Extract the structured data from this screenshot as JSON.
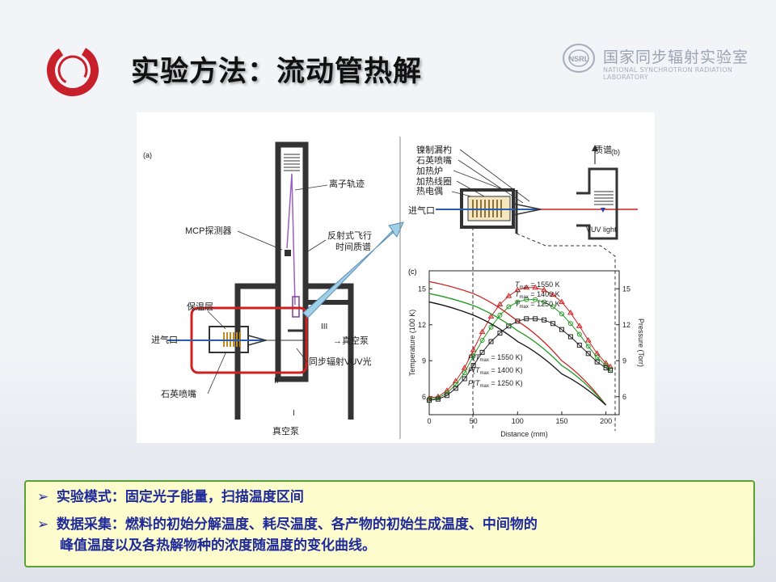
{
  "title": "实验方法：流动管热解",
  "institution": {
    "name_cn": "国家同步辐射实验室",
    "name_en": "NATIONAL SYNCHROTRON RADIATION LABORATORY",
    "logo_text": "NSRL"
  },
  "figure": {
    "panel_a": {
      "label": "(a)",
      "labels": {
        "ion_path": "离子轨迹",
        "mcp": "MCP探测器",
        "reflectron_1": "反射式飞行",
        "reflectron_2": "时间质谱",
        "insulation": "保温层",
        "gas_inlet": "进气口",
        "vacuum_pump_right": "→真空泵",
        "sr_vuv": "同步辐射VUV光",
        "nozzle": "石英喷嘴",
        "vacuum_pump_bottom": "真空泵",
        "chamber_I": "I",
        "chamber_II": "II",
        "chamber_III": "III"
      }
    },
    "panel_b": {
      "label": "(b)",
      "labels": {
        "ni_skimmer": "镍制漏杓",
        "quartz_nozzle": "石英喷嘴",
        "furnace": "加热炉",
        "heating_coil": "加热线圈",
        "thermocouple": "热电偶",
        "gas_inlet": "进气口",
        "mass_spec": "质谱",
        "vuv_light": "VUV light"
      }
    },
    "panel_c": {
      "label": "(c)",
      "x_ticks": [
        "0",
        "50",
        "100",
        "150",
        "200"
      ],
      "y_left_ticks": [
        "6",
        "9",
        "12",
        "15"
      ],
      "y_right_ticks": [
        "6",
        "9",
        "12",
        "15"
      ]
    }
  },
  "chart_data": {
    "type": "line",
    "xlabel": "Distance (mm)",
    "ylabel": "Temperature (100 K)",
    "y2label": "Pressure (Torr)",
    "xlim": [
      0,
      215
    ],
    "ylim": [
      4.5,
      16.5
    ],
    "y2lim": [
      4.5,
      16.5
    ],
    "series": [
      {
        "name": "Tmax = 1550 K",
        "axis": "left",
        "color": "#cc2222",
        "marker": "triangle",
        "x": [
          0,
          10,
          20,
          30,
          40,
          50,
          60,
          70,
          80,
          90,
          100,
          110,
          120,
          130,
          140,
          150,
          160,
          170,
          180,
          190,
          200,
          205
        ],
        "y": [
          5.9,
          6.0,
          6.5,
          7.3,
          8.4,
          9.9,
          11.4,
          12.7,
          13.7,
          14.4,
          14.9,
          15.1,
          15.1,
          14.9,
          14.5,
          13.9,
          13.0,
          11.9,
          10.7,
          9.6,
          8.8,
          8.5
        ]
      },
      {
        "name": "Tmax = 1400 K",
        "axis": "left",
        "color": "#229922",
        "marker": "circle",
        "x": [
          0,
          10,
          20,
          30,
          40,
          50,
          60,
          70,
          80,
          90,
          100,
          110,
          120,
          130,
          140,
          150,
          160,
          170,
          180,
          190,
          200,
          205
        ],
        "y": [
          5.8,
          5.9,
          6.3,
          7.0,
          8.0,
          9.4,
          10.7,
          11.8,
          12.8,
          13.5,
          13.9,
          14.1,
          14.1,
          13.9,
          13.5,
          12.9,
          12.1,
          11.2,
          10.2,
          9.3,
          8.6,
          8.3
        ]
      },
      {
        "name": "Tmax = 1250 K",
        "axis": "left",
        "color": "#222222",
        "marker": "square",
        "x": [
          0,
          10,
          20,
          30,
          40,
          50,
          60,
          70,
          80,
          90,
          100,
          110,
          120,
          130,
          140,
          150,
          160,
          170,
          180,
          190,
          200,
          205
        ],
        "y": [
          5.7,
          5.8,
          6.1,
          6.7,
          7.5,
          8.6,
          9.7,
          10.6,
          11.3,
          11.9,
          12.3,
          12.5,
          12.5,
          12.4,
          12.1,
          11.6,
          11.0,
          10.3,
          9.6,
          8.9,
          8.4,
          8.2
        ]
      },
      {
        "name": "P(Tmax = 1550 K)",
        "axis": "right",
        "color": "#cc2222",
        "marker": "none",
        "x": [
          0,
          50,
          100,
          150,
          200
        ],
        "y": [
          15.6,
          14.6,
          12.3,
          9.0,
          5.3
        ]
      },
      {
        "name": "P(Tmax = 1400 K)",
        "axis": "right",
        "color": "#229922",
        "marker": "none",
        "x": [
          0,
          50,
          100,
          150,
          200
        ],
        "y": [
          14.6,
          13.6,
          11.5,
          8.6,
          5.3
        ]
      },
      {
        "name": "P(Tmax = 1250 K)",
        "axis": "right",
        "color": "#111111",
        "marker": "none",
        "x": [
          0,
          50,
          100,
          150,
          200
        ],
        "y": [
          13.9,
          12.8,
          10.6,
          7.9,
          5.3
        ]
      }
    ],
    "legend_labels": [
      {
        "name": "Tmax = 1550 K",
        "text": "T",
        "sub": "max",
        "rest": " = 1550 K"
      },
      {
        "name": "Tmax = 1400 K",
        "text": "T",
        "sub": "max",
        "rest": " = 1400 K"
      },
      {
        "name": "Tmax = 1250 K",
        "text": "T",
        "sub": "max",
        "rest": " = 1250 K"
      },
      {
        "name": "P(Tmax = 1550 K)",
        "text": "P(T",
        "sub": "max",
        "rest": " = 1550 K)"
      },
      {
        "name": "P(Tmax = 1400 K)",
        "text": "P(T",
        "sub": "max",
        "rest": " = 1400 K)"
      },
      {
        "name": "P(Tmax = 1250 K)",
        "text": "P(T",
        "sub": "max",
        "rest": " = 1250 K)"
      }
    ]
  },
  "notes": {
    "item1": "实验模式：固定光子能量，扫描温度区间",
    "item2_line1": "数据采集：燃料的初始分解温度、耗尽温度、各产物的初始生成温度、中间物的",
    "item2_line2": "峰值温度以及各热解物种的浓度随温度的变化曲线。",
    "bullet_symbol": "➢"
  },
  "colors": {
    "accent_red": "#c8202a",
    "note_border": "#5aa236",
    "note_bg": "#fbfbcc",
    "note_text": "#1f2a9a"
  }
}
